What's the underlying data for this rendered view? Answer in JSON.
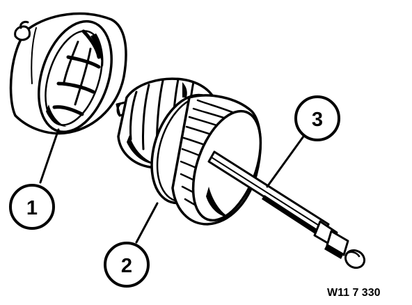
{
  "figure": {
    "reference_code": "W11 7 330",
    "callouts": [
      {
        "id": "1",
        "label": "1"
      },
      {
        "id": "2",
        "label": "2"
      },
      {
        "id": "3",
        "label": "3"
      }
    ],
    "colors": {
      "ink": "#000000",
      "background": "#ffffff"
    }
  }
}
